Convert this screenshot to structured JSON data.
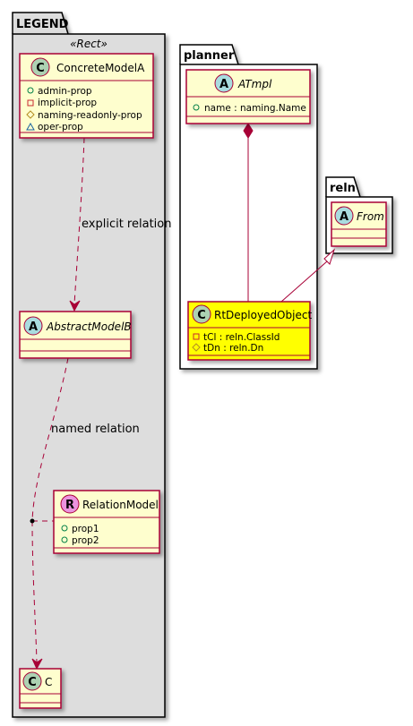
{
  "packages": {
    "legend": {
      "title": "LEGEND",
      "stereotype": "«Rect»"
    },
    "planner": {
      "title": "planner"
    },
    "reln": {
      "title": "reln"
    }
  },
  "classes": {
    "concrete_model_a": {
      "icon": "C",
      "name": "ConcreteModelA",
      "italic": false,
      "members": [
        {
          "icon": "public-circle-icon",
          "text": "admin-prop"
        },
        {
          "icon": "private-square-icon",
          "text": "implicit-prop"
        },
        {
          "icon": "protected-diamond-icon",
          "text": "naming-readonly-prop"
        },
        {
          "icon": "package-triangle-icon",
          "text": "oper-prop"
        }
      ]
    },
    "abstract_model_b": {
      "icon": "A",
      "name": "AbstractModelB",
      "italic": true,
      "members": []
    },
    "relation_model": {
      "icon": "R",
      "name": "RelationModel",
      "italic": false,
      "members": [
        {
          "icon": "public-circle-icon",
          "text": "prop1"
        },
        {
          "icon": "public-circle-icon",
          "text": "prop2"
        }
      ]
    },
    "c": {
      "icon": "C",
      "name": "C",
      "italic": false,
      "members": []
    },
    "atmpl": {
      "icon": "A",
      "name": "ATmpl",
      "italic": true,
      "members": [
        {
          "icon": "public-circle-icon",
          "text": "name : naming.Name"
        }
      ]
    },
    "rt_deployed_object": {
      "icon": "C",
      "name": "RtDeployedObject",
      "italic": false,
      "members": [
        {
          "icon": "private-square-icon",
          "text": "tCl : reln.ClassId"
        },
        {
          "icon": "protected-diamond-icon",
          "text": "tDn : reln.Dn"
        }
      ]
    },
    "from": {
      "icon": "A",
      "name": "From",
      "italic": true,
      "members": []
    }
  },
  "relations": {
    "explicit": "explicit relation",
    "named": "named relation"
  },
  "colors": {
    "class_fill": "#FEFECE",
    "class_border": "#A80036",
    "highlight_fill": "#FFFF00",
    "legend_fill": "#DDDDDD",
    "package_fill": "#FFFFFF",
    "circle_class": "#ADD1B2",
    "circle_abstract": "#A9DCDF",
    "circle_relation": "#EB93DF",
    "public_icon": "#038048",
    "private_icon": "#C82930",
    "protected_icon": "#B38D22",
    "package_icon": "#1963A0"
  }
}
